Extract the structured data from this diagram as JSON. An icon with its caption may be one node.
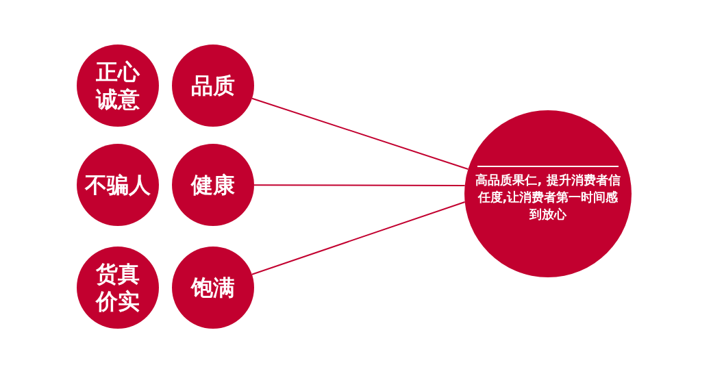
{
  "diagram": {
    "nodes": [
      {
        "text": [
          "正心诚意"
        ]
      },
      {
        "text": [
          "品质"
        ]
      },
      {
        "text": [
          "不骗人"
        ]
      },
      {
        "text": [
          "健康"
        ]
      },
      {
        "text": [
          "货真价实"
        ]
      },
      {
        "text": [
          "饱满"
        ]
      },
      {
        "text": [
          "高品质果仁, 提升消费者信任度,让消费者第一时间感到放心"
        ]
      }
    ],
    "edges": [
      {
        "from": 1,
        "to": 6,
        "arrow": "none"
      },
      {
        "from": 3,
        "to": 6,
        "arrow": "none"
      },
      {
        "from": 5,
        "to": 6,
        "arrow": "none"
      }
    ]
  }
}
